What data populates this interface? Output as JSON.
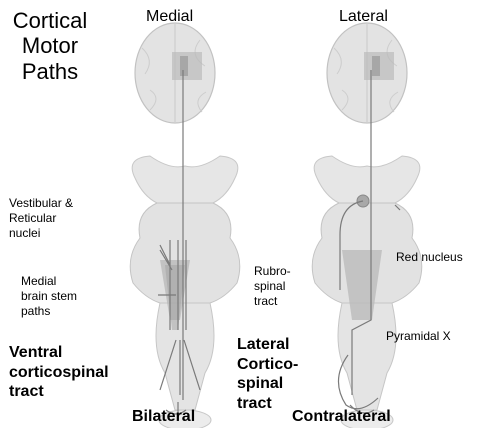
{
  "title_lines": [
    "Cortical",
    "Motor",
    "Paths"
  ],
  "columns": {
    "left": "Medial",
    "right": "Lateral"
  },
  "left_labels": {
    "vestibular": [
      "Vestibular &",
      "Reticular",
      "nuclei"
    ],
    "medial_paths": [
      "Medial",
      "brain stem",
      "paths"
    ],
    "ventral": [
      "Ventral",
      "corticospinal",
      "tract"
    ],
    "bottom": "Bilateral"
  },
  "right_labels": {
    "red_nucleus": "Red nucleus",
    "rubrospinal": [
      "Rubro-",
      "spinal",
      "tract"
    ],
    "pyramidal": "Pyramidal X",
    "lateral": [
      "Lateral",
      "Cortico-",
      "spinal",
      "tract"
    ],
    "bottom": "Contralateral"
  }
}
